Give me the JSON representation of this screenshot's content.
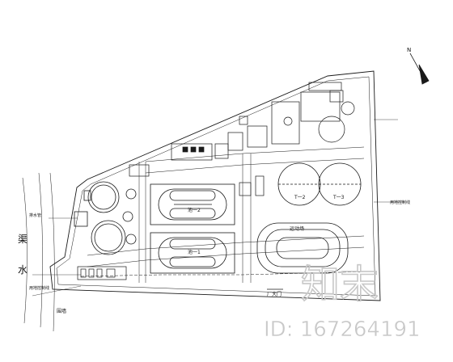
{
  "labels": {
    "north": "N",
    "river": "水",
    "river2": "渠",
    "gate_main": "厂大门",
    "fence_left": "围墙",
    "pipe_left_1": "用地控制线",
    "pipe_left_2": "排水管",
    "pipe_right": "用地控制线",
    "pool_a": "池一2",
    "pool_b": "池一1",
    "tank_2": "T一2",
    "tank_3": "T一3",
    "field_label": "运动场"
  },
  "watermark": {
    "logo_text": "知末",
    "id_text": "ID: 167264191"
  },
  "colors": {
    "line": "#1a1a1a",
    "watermark": "#c8c8c8"
  }
}
